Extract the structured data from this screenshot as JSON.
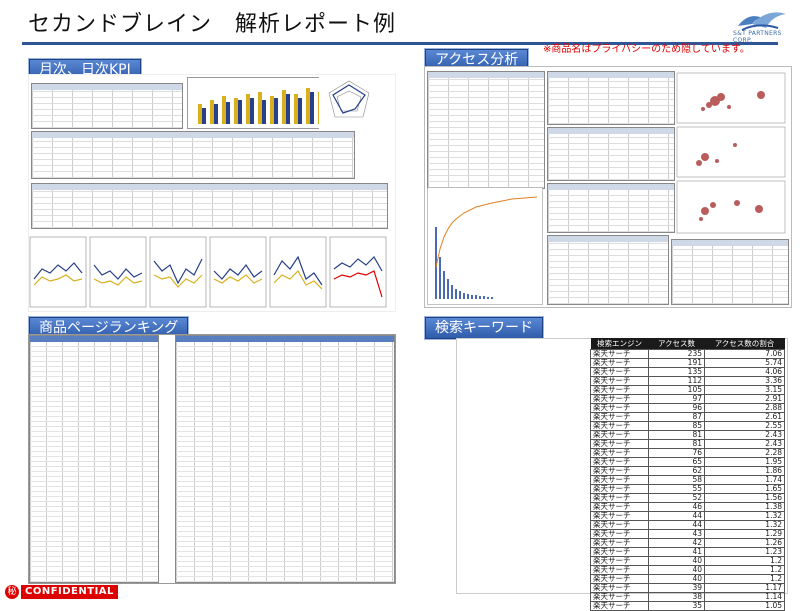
{
  "header": {
    "title": "セカンドブレイン　解析レポート例",
    "logo_text": "S&T PARTNERS CORP.",
    "privacy_note": "※商品名はプライバシーのため隠しています。"
  },
  "sections": {
    "kpi": "月次、日次KPI",
    "access": "アクセス分析",
    "ranking": "商品ページランキング",
    "keyword": "検索キーワード"
  },
  "keyword_table": {
    "headers": [
      "検索エンジン",
      "アクセス数",
      "アクセス数の割合"
    ],
    "rows": [
      [
        "楽天サーチ",
        "235",
        "7.06"
      ],
      [
        "楽天サーチ",
        "191",
        "5.74"
      ],
      [
        "楽天サーチ",
        "135",
        "4.06"
      ],
      [
        "楽天サーチ",
        "112",
        "3.36"
      ],
      [
        "楽天サーチ",
        "105",
        "3.15"
      ],
      [
        "楽天サーチ",
        "97",
        "2.91"
      ],
      [
        "楽天サーチ",
        "96",
        "2.88"
      ],
      [
        "楽天サーチ",
        "87",
        "2.61"
      ],
      [
        "楽天サーチ",
        "85",
        "2.55"
      ],
      [
        "楽天サーチ",
        "81",
        "2.43"
      ],
      [
        "楽天サーチ",
        "81",
        "2.43"
      ],
      [
        "楽天サーチ",
        "76",
        "2.28"
      ],
      [
        "楽天サーチ",
        "65",
        "1.95"
      ],
      [
        "楽天サーチ",
        "62",
        "1.86"
      ],
      [
        "楽天サーチ",
        "58",
        "1.74"
      ],
      [
        "楽天サーチ",
        "55",
        "1.65"
      ],
      [
        "楽天サーチ",
        "52",
        "1.56"
      ],
      [
        "楽天サーチ",
        "46",
        "1.38"
      ],
      [
        "楽天サーチ",
        "44",
        "1.32"
      ],
      [
        "楽天サーチ",
        "44",
        "1.32"
      ],
      [
        "楽天サーチ",
        "43",
        "1.29"
      ],
      [
        "楽天サーチ",
        "42",
        "1.26"
      ],
      [
        "楽天サーチ",
        "41",
        "1.23"
      ],
      [
        "楽天サーチ",
        "40",
        "1.2"
      ],
      [
        "楽天サーチ",
        "40",
        "1.2"
      ],
      [
        "楽天サーチ",
        "40",
        "1.2"
      ],
      [
        "楽天サーチ",
        "39",
        "1.17"
      ],
      [
        "楽天サーチ",
        "38",
        "1.14"
      ],
      [
        "楽天サーチ",
        "35",
        "1.05"
      ]
    ]
  },
  "footer": {
    "seal": "秘",
    "label": "CONFIDENTIAL"
  },
  "colors": {
    "accent": "#2f5597",
    "alert": "#e00000",
    "chart_gold": "#d8b020",
    "chart_navy": "#28408a"
  }
}
